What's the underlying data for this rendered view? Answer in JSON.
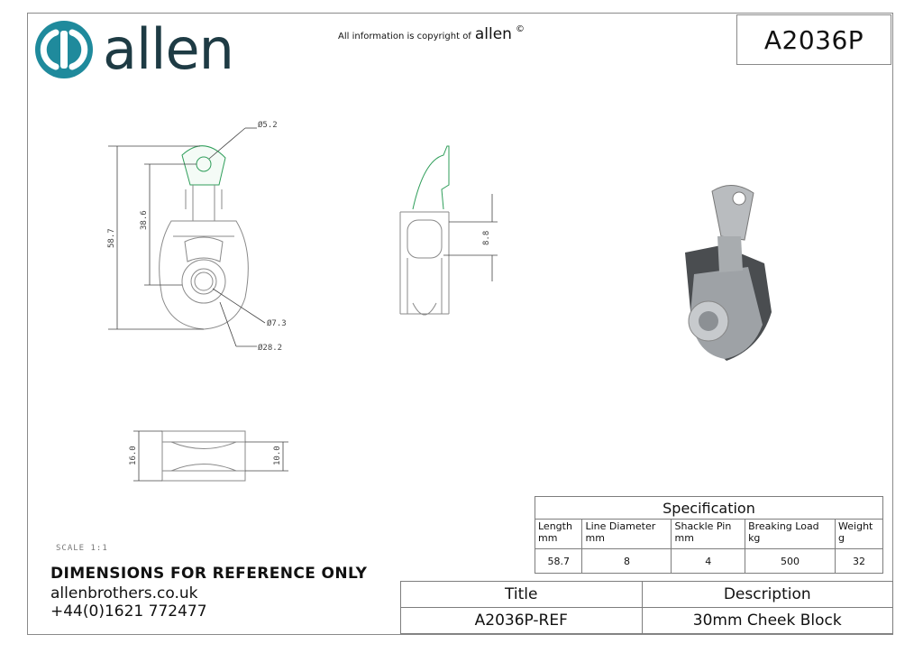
{
  "header": {
    "brand": "allen",
    "copyright_prefix": "All information is copyright of",
    "copyright_brand": "allen",
    "copyright_symbol": "©",
    "part_number": "A2036P"
  },
  "dimensions": {
    "hole_diameter": "Ø5.2",
    "overall_length": "58.7",
    "pin_to_axle": "38.6",
    "axle_diameter": "Ø7.3",
    "sheave_diameter": "Ø28.2",
    "side_offset": "8.8",
    "sheave_width": "16.0",
    "groove_width": "10.0"
  },
  "scale_label": "SCALE 1:1",
  "notes": {
    "reference": "DIMENSIONS FOR REFERENCE ONLY",
    "website": "allenbrothers.co.uk",
    "phone": "+44(0)1621 772477"
  },
  "spec_table": {
    "caption": "Specification",
    "headers": [
      {
        "name": "Length",
        "unit": "mm"
      },
      {
        "name": "Line Diameter",
        "unit": "mm"
      },
      {
        "name": "Shackle Pin",
        "unit": "mm"
      },
      {
        "name": "Breaking Load",
        "unit": "kg"
      },
      {
        "name": "Weight",
        "unit": "g"
      }
    ],
    "values": [
      "58.7",
      "8",
      "4",
      "500",
      "32"
    ]
  },
  "title_block": {
    "title_label": "Title",
    "description_label": "Description",
    "title_value": "A2036P-REF",
    "description_value": "30mm Cheek Block"
  },
  "colors": {
    "logo_teal": "#1f8a9c",
    "logo_dark": "#1e3b44",
    "highlight_green": "#2f9e5a",
    "line_gray": "#8a8a8a"
  }
}
